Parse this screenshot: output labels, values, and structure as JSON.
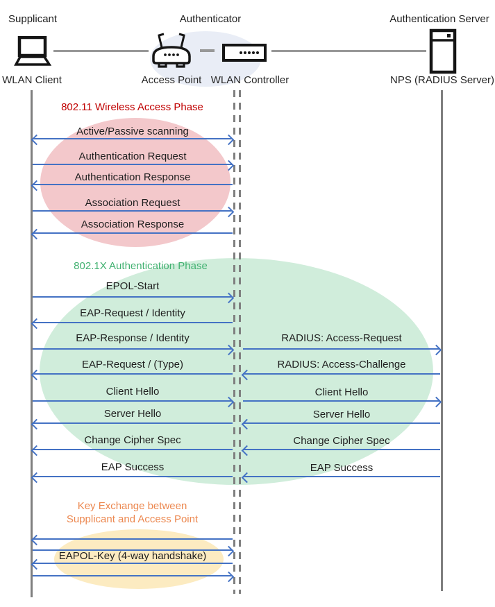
{
  "actors": {
    "supplicant": {
      "role": "Supplicant",
      "device": "WLAN Client"
    },
    "authenticator": {
      "role": "Authenticator",
      "devices": [
        "Access Point",
        "WLAN Controller"
      ]
    },
    "auth_server": {
      "role": "Authentication Server",
      "device": "NPS (RADIUS Server)"
    }
  },
  "icons": {
    "supplicant": "laptop-icon",
    "access_point": "wireless-router-icon",
    "wlan_controller": "controller-box-icon",
    "auth_server": "server-tower-icon"
  },
  "phases": [
    {
      "title": "802.11 Wireless Access Phase",
      "text_color": "#C00000",
      "fill": "#F3C8CB"
    },
    {
      "title": "802.1X Authentication Phase",
      "text_color": "#42B171",
      "fill": "#D0EDDB"
    },
    {
      "title_line1": "Key Exchange between",
      "title_line2": "Supplicant and Access Point",
      "text_color": "#EC8850",
      "fill": "#FCEBC1"
    }
  ],
  "messages_left": [
    {
      "label": "Active/Passive scanning",
      "direction": "both"
    },
    {
      "label": "Authentication Request",
      "direction": "right"
    },
    {
      "label": "Authentication Response",
      "direction": "left"
    },
    {
      "label": "Association Request",
      "direction": "right"
    },
    {
      "label": "Association Response",
      "direction": "left"
    },
    {
      "label": "EPOL-Start",
      "direction": "right"
    },
    {
      "label": "EAP-Request / Identity",
      "direction": "left"
    },
    {
      "label": "EAP-Response / Identity",
      "direction": "right"
    },
    {
      "label": "EAP-Request / (Type)",
      "direction": "left"
    },
    {
      "label": "Client Hello",
      "direction": "right"
    },
    {
      "label": "Server Hello",
      "direction": "left"
    },
    {
      "label": "Change Cipher Spec",
      "direction": "left"
    },
    {
      "label": "EAP Success",
      "direction": "left"
    },
    {
      "label": "",
      "direction": "left"
    },
    {
      "label": "",
      "direction": "right"
    },
    {
      "label": "EAPOL-Key (4-way handshake)",
      "direction": "left"
    },
    {
      "label": "",
      "direction": "right"
    }
  ],
  "messages_right": [
    {
      "label": "RADIUS: Access-Request",
      "direction": "right"
    },
    {
      "label": "RADIUS: Access-Challenge",
      "direction": "left"
    },
    {
      "label": "Client Hello",
      "direction": "right"
    },
    {
      "label": "Server Hello",
      "direction": "left"
    },
    {
      "label": "Change Cipher Spec",
      "direction": "left"
    },
    {
      "label": "EAP Success",
      "direction": "left"
    }
  ],
  "colors": {
    "arrow": "#4472C4",
    "lifeline": "#7f7f7f",
    "connector": "#989898",
    "authenticator_group_fill": "#E9EDF6"
  }
}
